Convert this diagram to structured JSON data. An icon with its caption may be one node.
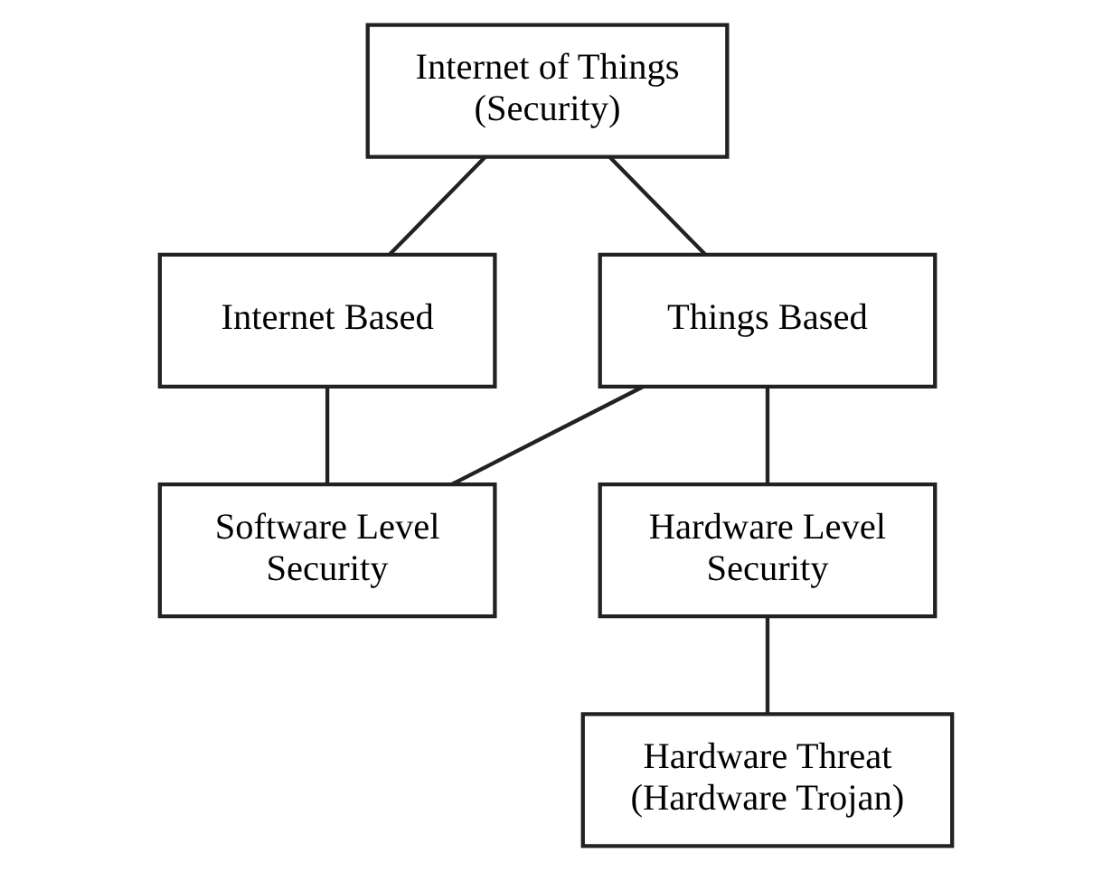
{
  "diagram": {
    "nodes": [
      {
        "text": [
          "Internet of Things (Security)"
        ]
      },
      {
        "text": [
          "Internet Based"
        ]
      },
      {
        "text": [
          "Things Based"
        ]
      },
      {
        "text": [
          "Software Level Security"
        ]
      },
      {
        "text": [
          "Hardware Level Security"
        ]
      },
      {
        "text": [
          "Hardware Threat (Hardware Trojan)"
        ]
      }
    ],
    "edges": [
      {
        "from": 0,
        "to": 1,
        "arrow": "none"
      },
      {
        "from": 0,
        "to": 2,
        "arrow": "none"
      },
      {
        "from": 1,
        "to": 3,
        "arrow": "none"
      },
      {
        "from": 2,
        "to": 3,
        "arrow": "none"
      },
      {
        "from": 2,
        "to": 4,
        "arrow": "none"
      },
      {
        "from": 4,
        "to": 5,
        "arrow": "none"
      }
    ]
  }
}
